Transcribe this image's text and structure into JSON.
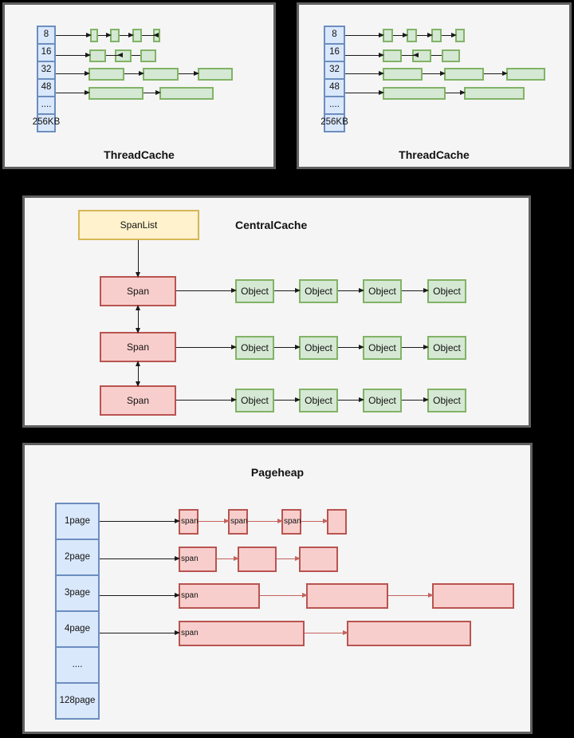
{
  "colors": {
    "background": "#000000",
    "panel_fill": "#f5f5f5",
    "panel_border": "#606060",
    "size_column_fill": "#dae8fc",
    "size_column_border": "#6c8ebf",
    "free_block_fill": "#d5e8d4",
    "free_block_border": "#82b366",
    "spanlist_fill": "#fff2cc",
    "spanlist_border": "#d6b656",
    "span_fill": "#f8cecc",
    "span_border": "#b85450",
    "arrow_black": "#1a1a1a",
    "arrow_red": "#c4625d"
  },
  "threadcache1": {
    "title": "ThreadCache",
    "sizes": [
      "8",
      "16",
      "32",
      "48",
      "....",
      "256KB"
    ]
  },
  "threadcache2": {
    "title": "ThreadCache",
    "sizes": [
      "8",
      "16",
      "32",
      "48",
      "....",
      "256KB"
    ]
  },
  "centralcache": {
    "title": "CentralCache",
    "spanlist_label": "SpanList",
    "span_label": "Span",
    "object_label": "Object"
  },
  "pageheap": {
    "title": "Pageheap",
    "pages": [
      "1page",
      "2page",
      "3page",
      "4page",
      "....",
      "128page"
    ],
    "span_label": "span"
  }
}
